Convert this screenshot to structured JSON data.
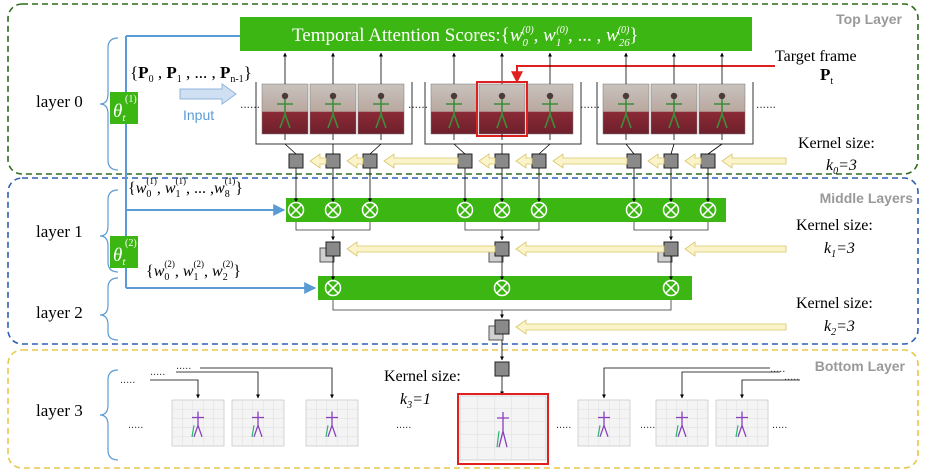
{
  "diagram": {
    "regions": {
      "top": "Top Layer",
      "middle": "Middle Layers",
      "bottom": "Bottom Layer"
    },
    "layers": [
      "layer 0",
      "layer 1",
      "layer 2",
      "layer 3"
    ],
    "header": {
      "prefix": "Temporal Attention Scores:{",
      "w0": "w",
      "w0_sub": "0",
      "w0_sup": "(0)",
      "w1": "w",
      "w1_sub": "1",
      "w1_sup": "(0)",
      "mid": ", ... , ",
      "w26": "w",
      "w26_sub": "26",
      "w26_sup": "(0)",
      "suffix": "}"
    },
    "theta": {
      "symbol": "θ",
      "sub": "t",
      "sup1": "(1)",
      "sup2": "(2)"
    },
    "input": {
      "set_open": "{",
      "P": "P",
      "sub0": "0",
      "sub1": "1",
      "subn": "n-1",
      "dots": "... ,",
      "set_close": "}",
      "label": "Input"
    },
    "target": {
      "label": "Target frame",
      "P": "P",
      "sub": "t"
    },
    "weights1": {
      "w": "w",
      "sub0": "0",
      "sub1": "1",
      "sub8": "8",
      "sup": "(1)",
      "mid": "... ,"
    },
    "weights2": {
      "w": "w",
      "sub0": "0",
      "sub1": "1",
      "sub2": "2",
      "sup": "(2)"
    },
    "kernels": {
      "label": "Kernel size:",
      "k0_var": "k",
      "k0_sub": "0",
      "k0_val": "=3",
      "k1_var": "k",
      "k1_sub": "1",
      "k1_val": "=3",
      "k2_var": "k",
      "k2_sub": "2",
      "k2_val": "=3",
      "k3_var": "k",
      "k3_sub": "3",
      "k3_val": "=1"
    },
    "dots": "......",
    "colors": {
      "green": "#3cb613",
      "topBorder": "#2f6b1c",
      "midBorder": "#2f5fb3",
      "botBorder": "#e8c84a",
      "blue": "#5b9bd5",
      "red": "#e02020",
      "gray": "#808080"
    }
  }
}
